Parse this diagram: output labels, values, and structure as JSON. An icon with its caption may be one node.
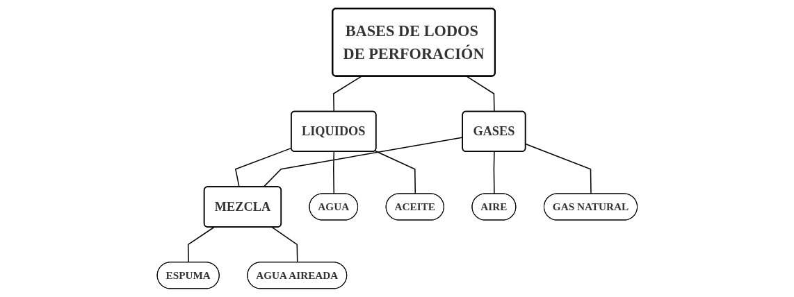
{
  "diagram": {
    "nodes": [
      {
        "text": [
          "BASES DE LODOS DE PERFORACIÓN"
        ]
      },
      {
        "text": [
          "LIQUIDOS"
        ]
      },
      {
        "text": [
          "MEZCLA"
        ]
      },
      {
        "text": [
          "GASES"
        ]
      },
      {
        "text": [
          "AGUA"
        ]
      },
      {
        "text": [
          "ACEITE"
        ]
      },
      {
        "text": [
          "ESPUMA"
        ]
      },
      {
        "text": [
          "AGUA AIREADA"
        ]
      },
      {
        "text": [
          "AIRE"
        ]
      },
      {
        "text": [
          "GAS NATURAL"
        ]
      }
    ],
    "edges": [
      {
        "from": 0,
        "to": 1,
        "arrow": "none"
      },
      {
        "from": 0,
        "to": 3,
        "arrow": "none"
      },
      {
        "from": 1,
        "to": 2,
        "arrow": "none"
      },
      {
        "from": 3,
        "to": 2,
        "arrow": "none"
      },
      {
        "from": 1,
        "to": 4,
        "arrow": "none"
      },
      {
        "from": 1,
        "to": 5,
        "arrow": "none"
      },
      {
        "from": 2,
        "to": 6,
        "arrow": "none"
      },
      {
        "from": 2,
        "to": 7,
        "arrow": "none"
      },
      {
        "from": 3,
        "to": 8,
        "arrow": "none"
      },
      {
        "from": 3,
        "to": 9,
        "arrow": "none"
      }
    ]
  }
}
